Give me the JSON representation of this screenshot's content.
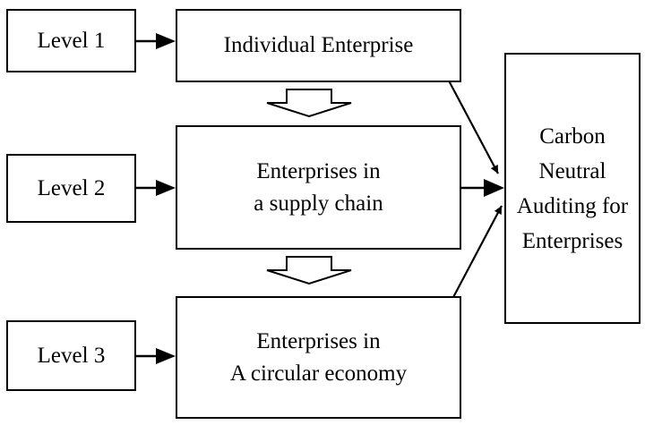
{
  "levels": [
    {
      "label": "Level 1",
      "description": [
        "Individual Enterprise"
      ]
    },
    {
      "label": "Level 2",
      "description": [
        "Enterprises in",
        "a supply chain"
      ]
    },
    {
      "label": "Level 3",
      "description": [
        "Enterprises in",
        "A circular economy"
      ]
    }
  ],
  "outcome": [
    "Carbon",
    "Neutral",
    "Auditing for",
    "Enterprises"
  ]
}
